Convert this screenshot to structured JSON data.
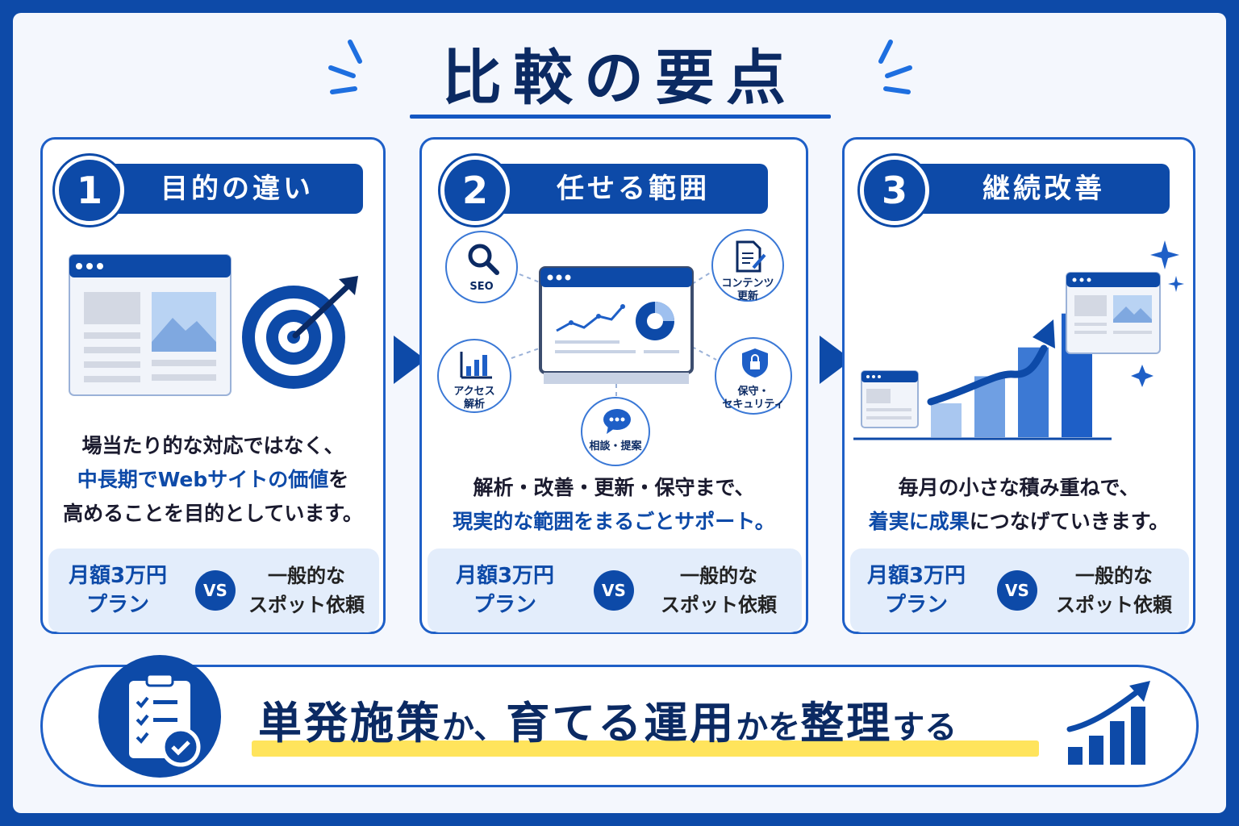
{
  "title": "比較の要点",
  "colors": {
    "primary": "#0d4aa8",
    "dark": "#0b2a63",
    "light_bg": "#e3edfb",
    "highlight": "#ffe45c"
  },
  "panels": [
    {
      "number": "1",
      "heading": "目的の違い",
      "desc_line1": "場当たり的な対応ではなく、",
      "desc_line2": "中長期でWebサイトの価値を",
      "desc_line3": "高めることを目的としています。",
      "vs_left_1": "月額3万円",
      "vs_left_2": "プラン",
      "vs": "VS",
      "vs_right_1": "一般的な",
      "vs_right_2": "スポット依頼",
      "icons": [
        "browser-window-icon",
        "target-arrow-icon"
      ]
    },
    {
      "number": "2",
      "heading": "任せる範囲",
      "desc_line1": "解析・改善・更新・保守まで、",
      "desc_line2": "現実的な範囲をまるごとサポート。",
      "vs_left_1": "月額3万円",
      "vs_left_2": "プラン",
      "vs": "VS",
      "vs_right_1": "一般的な",
      "vs_right_2": "スポット依頼",
      "services": {
        "seo": "SEO",
        "content_1": "コンテンツ",
        "content_2": "更新",
        "analytics_1": "アクセス",
        "analytics_2": "解析",
        "security_1": "保守・",
        "security_2": "セキュリティ",
        "consult": "相談・提案"
      }
    },
    {
      "number": "3",
      "heading": "継続改善",
      "desc_line1": "毎月の小さな積み重ねで、",
      "desc_line2_blue": "着実に成果",
      "desc_line2_rest": "につなげていきます。",
      "vs_left_1": "月額3万円",
      "vs_left_2": "プラン",
      "vs": "VS",
      "vs_right_1": "一般的な",
      "vs_right_2": "スポット依頼",
      "growth_bars": [
        0.2,
        0.36,
        0.53,
        0.73
      ]
    }
  ],
  "banner": {
    "part1": "単発施策",
    "part2": "か、",
    "part3": "育てる運用",
    "part4": "かを",
    "part5": "整理",
    "part6": "する"
  },
  "desc1_blue": "中長期でWebサイトの価値",
  "desc1_rest": "を",
  "desc2_blue": "現実的な範囲をまるごとサポート。"
}
